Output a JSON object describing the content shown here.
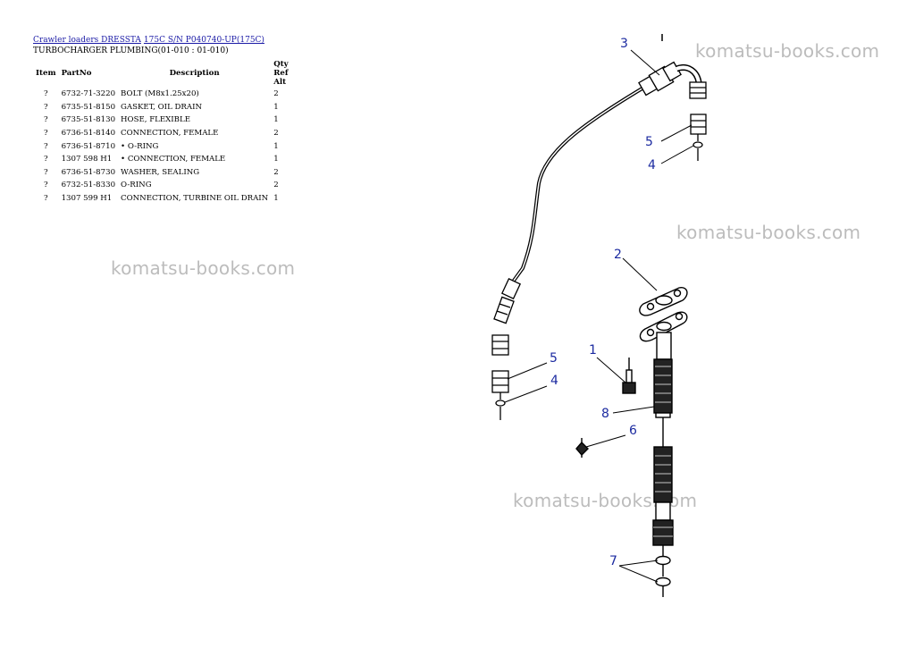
{
  "breadcrumb": {
    "link1": "Crawler loaders DRESSTA",
    "link2": "175C S/N P040740-UP(175C)"
  },
  "page_title": "TURBOCHARGER PLUMBING(01-010 : 01-010)",
  "table": {
    "headers": {
      "item": "Item",
      "partno": "PartNo",
      "description": "Description",
      "qty": "Qty Ref Alt"
    },
    "rows": [
      {
        "item": "?",
        "partno": "6732-71-3220",
        "description": "BOLT (M8x1.25x20)",
        "qty": "2"
      },
      {
        "item": "?",
        "partno": "6735-51-8150",
        "description": "GASKET, OIL DRAIN",
        "qty": "1"
      },
      {
        "item": "?",
        "partno": "6735-51-8130",
        "description": "HOSE, FLEXIBLE",
        "qty": "1"
      },
      {
        "item": "?",
        "partno": "6736-51-8140",
        "description": "CONNECTION, FEMALE",
        "qty": "2"
      },
      {
        "item": "?",
        "partno": "6736-51-8710",
        "description": "• O-RING",
        "qty": "1"
      },
      {
        "item": "?",
        "partno": "1307 598 H1",
        "description": "• CONNECTION, FEMALE",
        "qty": "1"
      },
      {
        "item": "?",
        "partno": "6736-51-8730",
        "description": "WASHER, SEALING",
        "qty": "2"
      },
      {
        "item": "?",
        "partno": "6732-51-8330",
        "description": "O-RING",
        "qty": "2"
      },
      {
        "item": "?",
        "partno": "1307 599 H1",
        "description": "CONNECTION, TURBINE OIL DRAIN",
        "qty": "1"
      }
    ]
  },
  "watermark": "komatsu-books.com",
  "diagram": {
    "callouts": [
      "3",
      "5",
      "4",
      "2",
      "1",
      "5",
      "4",
      "8",
      "6",
      "7"
    ],
    "callout_color": "#1b2aa0"
  }
}
